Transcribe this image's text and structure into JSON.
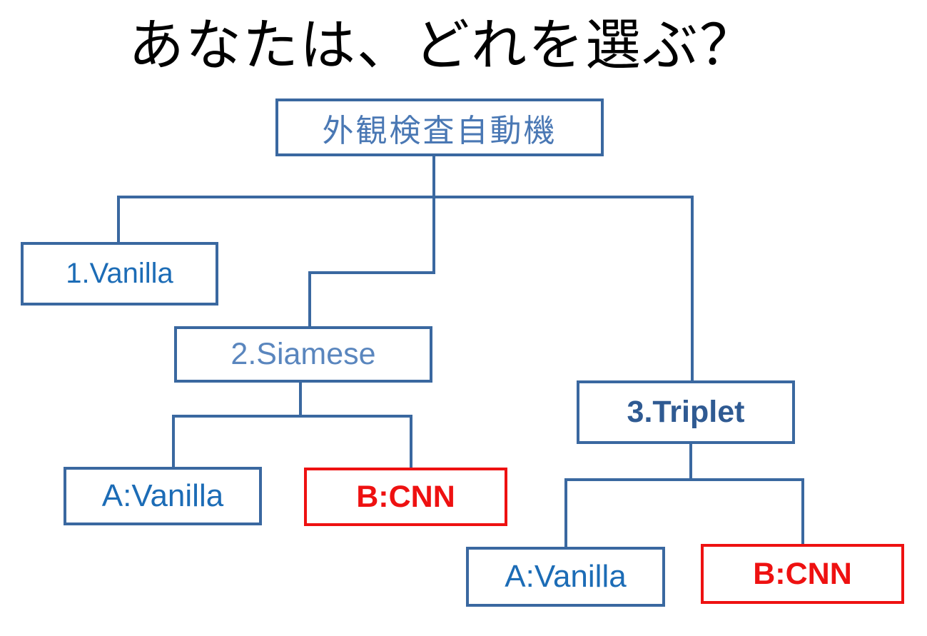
{
  "title": "あなたは、どれを選ぶ？",
  "tree": {
    "root": "外観検査自動機",
    "vanilla": "1.Vanilla",
    "siamese": {
      "label": "2.Siamese",
      "a": "A:Vanilla",
      "b": "B:CNN"
    },
    "triplet": {
      "label": "3.Triplet",
      "a": "A:Vanilla",
      "b": "B:CNN"
    }
  },
  "colors": {
    "box_border": "#3a68a0",
    "highlight": "#ee1111",
    "connector": "#3a68a0"
  }
}
